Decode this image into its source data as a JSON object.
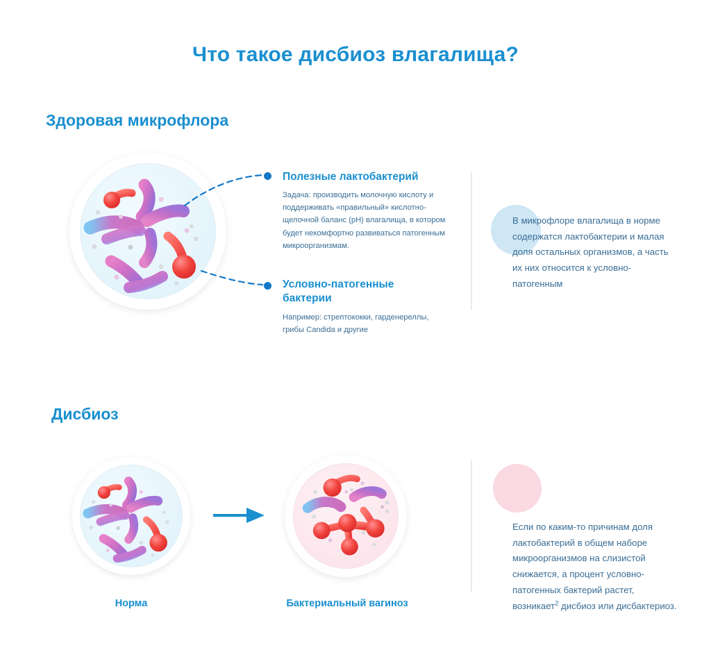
{
  "page": {
    "title": "Что такое дисбиоз влагалища?",
    "accent_blue": "#1a8fd0",
    "body_text_color": "#3a6e96",
    "background": "#ffffff"
  },
  "sections": {
    "healthy": {
      "heading": "Здоровая микрофлора",
      "callouts": [
        {
          "icon": "leader-dot-icon",
          "title": "Полезные лактобактерий",
          "body": "Задача: производить молочную кислоту и поддерживать «правильный» кислотно-щелочной баланс (pH) влагалища, в котором будет некомфортно развиваться патогенным микроорганизмам."
        },
        {
          "icon": "leader-dot-icon",
          "title": "Условно-патогенные бактерии",
          "body": "Например: стрептококки, гарденереллы, грибы Candida и другие"
        }
      ],
      "note": "В микрофлоре влагалища в норме содержатся лактобактерии и малая доля остальных организмов, а часть их них относится к условно-патогенным",
      "note_circle_color": "#cfe6f5"
    },
    "dysbiosis": {
      "heading": "Дисбиоз",
      "dish_labels": {
        "normal": "Норма",
        "bv": "Бактериальный вагиноз"
      },
      "arrow": "arrow-right-icon",
      "note_part1": "Если по каким-то причинам доля лактобактерий в общем наборе микроорганизмов на слизистой снижается, а процент условно-патогенных бактерий растет, возникает",
      "note_superscript": "2",
      "note_part2": " дисбиоз или дисбактериоз.",
      "note_circle_color": "#fad9e2"
    }
  },
  "illustration": {
    "dish_healthy": "petri-dish-healthy-microflora",
    "dish_normal": "petri-dish-normal",
    "dish_bv": "petri-dish-bacterial-vaginosis",
    "lactobacillus_color": "#c36fc0",
    "pathogen_color": "#ef4444"
  }
}
